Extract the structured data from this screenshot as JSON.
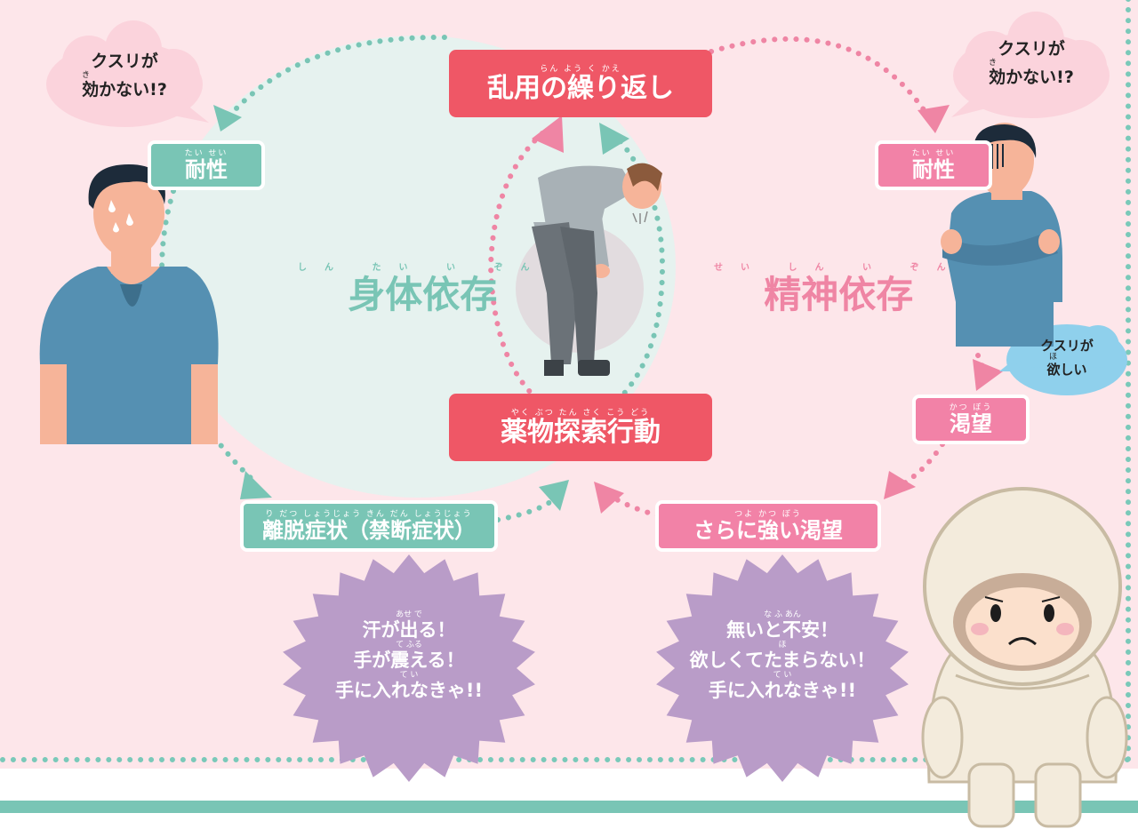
{
  "colors": {
    "red": "#ef5766",
    "teal": "#79c5b5",
    "pink": "#f282a7",
    "purple": "#b99cc8",
    "background": "#fde6ea",
    "blue_cloud": "#8fd0ec",
    "pink_cloud": "#fbd3dc"
  },
  "top_box": {
    "ruby": "らん よう    く   かえ",
    "label": "乱用の繰り返し"
  },
  "center_box": {
    "ruby": "やく ぶつ たん さく こう どう",
    "label": "薬物探索行動"
  },
  "physical": {
    "ruby": "しん たい い ぞん",
    "label": "身体依存"
  },
  "mental": {
    "ruby": "せい しん い ぞん",
    "label": "精神依存"
  },
  "tolerance_left": {
    "ruby": "たい せい",
    "label": "耐性"
  },
  "tolerance_right": {
    "ruby": "たい せい",
    "label": "耐性"
  },
  "craving": {
    "ruby": "かつ ぼう",
    "label": "渇望"
  },
  "withdrawal": {
    "ruby": "り  だつ しょうじょう    きん だん しょうじょう",
    "label": "離脱症状（禁断症状）"
  },
  "stronger_craving": {
    "ruby": "つよ         かつ ぼう",
    "label": "さらに強い渇望"
  },
  "cloud_left": {
    "line1": "クスリが",
    "ruby": "き",
    "line2": "効かない!?"
  },
  "cloud_right": {
    "line1": "クスリが",
    "ruby": "き",
    "line2": "効かない!?"
  },
  "cloud_want": {
    "line1": "クスリが",
    "ruby": "ほ",
    "line2": "欲しい"
  },
  "burst_left": {
    "ruby1": "あせ    で",
    "line1": "汗が出る！",
    "ruby2": "て    ふる",
    "line2": "手が震える！",
    "ruby3": "て    い",
    "line3": "手に入れなきゃ!!"
  },
  "burst_right": {
    "ruby1": "な      ふ あん",
    "line1": "無いと不安！",
    "ruby2": "ほ",
    "line2": "欲しくてたまらない！",
    "ruby3": "て    い",
    "line3": "手に入れなきゃ!!"
  }
}
